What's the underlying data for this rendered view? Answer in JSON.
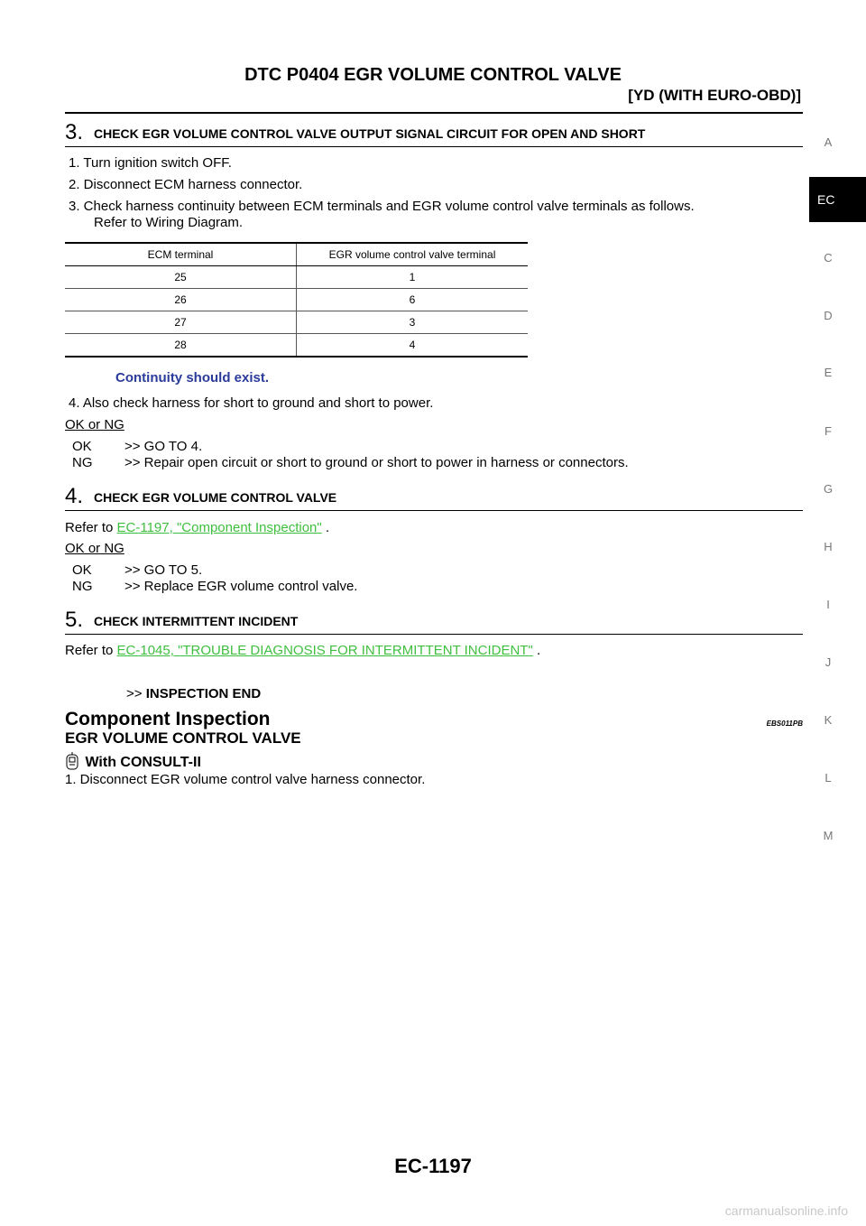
{
  "header": {
    "title": "DTC P0404 EGR VOLUME CONTROL VALVE",
    "subtitle": "[YD (WITH EURO-OBD)]"
  },
  "sidebar": {
    "letters": [
      "A",
      "C",
      "D",
      "E",
      "F",
      "G",
      "H",
      "I",
      "J",
      "K",
      "L",
      "M"
    ],
    "active_tab": "EC"
  },
  "step3": {
    "number": "3.",
    "title": "CHECK EGR VOLUME CONTROL VALVE OUTPUT SIGNAL CIRCUIT FOR OPEN AND SHORT",
    "items": [
      "1. Turn ignition switch OFF.",
      "2. Disconnect ECM harness connector.",
      "3. Check harness continuity between ECM terminals and EGR volume control valve terminals as follows."
    ],
    "item3_cont": "Refer to Wiring Diagram.",
    "table": {
      "headers": [
        "ECM terminal",
        "EGR volume control valve terminal"
      ],
      "rows": [
        [
          "25",
          "1"
        ],
        [
          "26",
          "6"
        ],
        [
          "27",
          "3"
        ],
        [
          "28",
          "4"
        ]
      ]
    },
    "note": "Continuity should exist.",
    "item4": "4. Also check harness for short to ground and short to power.",
    "ok_ng": "OK or NG",
    "ok_key": "OK",
    "ok_text": ">> GO TO 4.",
    "ng_key": "NG",
    "ng_text": ">> Repair open circuit or short to ground or short to power in harness or connectors."
  },
  "step4": {
    "number": "4.",
    "title": "CHECK EGR VOLUME CONTROL VALVE",
    "refer_prefix": "Refer to",
    "link": "EC-1197, \"Component Inspection\"",
    "refer_suffix": ".",
    "ok_ng": "OK or NG",
    "ok_key": "OK",
    "ok_text": ">> GO TO 5.",
    "ng_key": "NG",
    "ng_text": ">> Replace EGR volume control valve."
  },
  "step5": {
    "number": "5.",
    "title": "CHECK INTERMITTENT INCIDENT",
    "refer_prefix": "Refer to",
    "link": "EC-1045, \"TROUBLE DIAGNOSIS FOR INTERMITTENT INCIDENT\"",
    "refer_suffix": ".",
    "end_arrow": ">>",
    "end_text": "INSPECTION END"
  },
  "component": {
    "heading": "Component Inspection",
    "code": "EBS011PB",
    "sub_heading": "EGR VOLUME CONTROL VALVE",
    "icon": "consult-tester-icon",
    "with_label": "With CONSULT-II",
    "item1": "1. Disconnect EGR volume control valve harness connector."
  },
  "footer": {
    "page_number": "EC-1197",
    "watermark": "carmanualsonline.info"
  }
}
